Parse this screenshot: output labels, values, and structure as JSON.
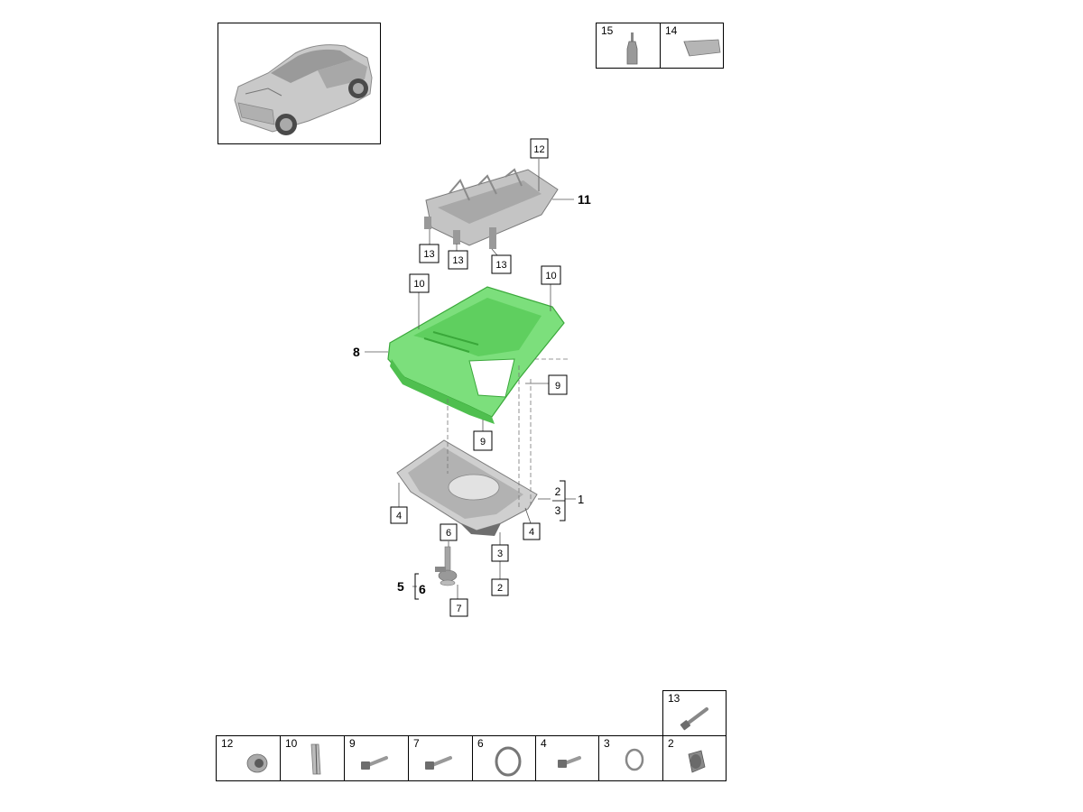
{
  "accessories": [
    {
      "number": "15",
      "icon": "oil-bottle-icon"
    },
    {
      "number": "14",
      "icon": "sealant-tube-icon"
    }
  ],
  "callouts": {
    "c12_top": "12",
    "c11": "11",
    "c13_a": "13",
    "c13_b": "13",
    "c13_c": "13",
    "c10_a": "10",
    "c10_b": "10",
    "c8": "8",
    "c9_a": "9",
    "c9_b": "9",
    "c1": "1",
    "c2_a": "2",
    "c3_a": "3",
    "c4_a": "4",
    "c4_b": "4",
    "c6_a": "6",
    "c3_b": "3",
    "c2_b": "2",
    "c5": "5",
    "c6_b": "6",
    "c7": "7"
  },
  "parts_row_top": [
    {
      "number": "13",
      "icon": "long-bolt-icon"
    }
  ],
  "parts_row": [
    {
      "number": "12",
      "icon": "bushing-icon"
    },
    {
      "number": "10",
      "icon": "dowel-sleeve-icon"
    },
    {
      "number": "9",
      "icon": "bolt-icon"
    },
    {
      "number": "7",
      "icon": "bolt-icon"
    },
    {
      "number": "6",
      "icon": "seal-ring-icon"
    },
    {
      "number": "4",
      "icon": "bolt-icon"
    },
    {
      "number": "3",
      "icon": "o-ring-icon"
    },
    {
      "number": "2",
      "icon": "drain-plug-icon"
    }
  ],
  "colors": {
    "highlight": "#7cdf7c",
    "highlight_dark": "#3aa83a",
    "part_gray": "#b8b8b8",
    "part_dark": "#6e6e6e"
  }
}
